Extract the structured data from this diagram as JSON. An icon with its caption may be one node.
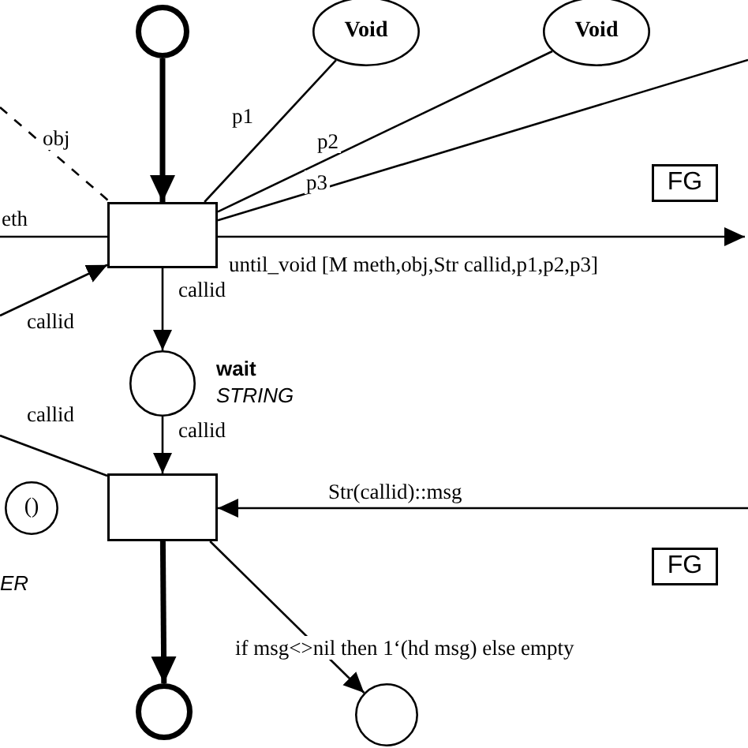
{
  "diagram": {
    "nodes": [
      {
        "text": [],
        "shape": "circle"
      },
      {
        "text": [
          "Void"
        ]
      },
      {
        "text": [
          "Void"
        ]
      },
      {
        "text": [],
        "shape": "box"
      },
      {
        "text": [],
        "shape": "circle",
        "beside": [
          "wait",
          "STRING"
        ]
      },
      {
        "text": [
          "()"
        ]
      },
      {
        "text": [],
        "shape": "box"
      },
      {
        "text": [],
        "shape": "circle"
      },
      {
        "text": [],
        "shape": "circle"
      },
      {
        "text": [
          "FG"
        ]
      },
      {
        "text": [
          "FG"
        ]
      }
    ],
    "edges": [
      {
        "from": 0,
        "to": 3,
        "arrow": "to",
        "style": "thick"
      },
      {
        "from": null,
        "to": 3,
        "arrow": "none",
        "label": "obj",
        "style": "dashed"
      },
      {
        "from": 1,
        "to": 3,
        "arrow": "none",
        "label": "p1"
      },
      {
        "from": 2,
        "to": 3,
        "arrow": "none",
        "label": "p2"
      },
      {
        "from": null,
        "to": 3,
        "arrow": "none",
        "label": "p3"
      },
      {
        "from": null,
        "to": 3,
        "arrow": "none",
        "label": "eth"
      },
      {
        "from": null,
        "to": 3,
        "arrow": "to",
        "label": "callid"
      },
      {
        "from": 3,
        "to": null,
        "arrow": "to",
        "label": "until_void [M meth,obj,Str callid,p1,p2,p3]"
      },
      {
        "from": 3,
        "to": 4,
        "arrow": "to",
        "label": "callid"
      },
      {
        "from": 6,
        "to": null,
        "arrow": "none",
        "label": "callid"
      },
      {
        "from": 4,
        "to": 6,
        "arrow": "to",
        "label": "callid"
      },
      {
        "from": null,
        "to": 6,
        "arrow": "to",
        "label": "Str(callid)::msg"
      },
      {
        "from": 6,
        "to": 7,
        "arrow": "to",
        "style": "thick"
      },
      {
        "from": 6,
        "to": 8,
        "arrow": "to",
        "label": "if msg<>nil then 1‘(hd msg) else empty"
      }
    ],
    "labels": [
      "ER"
    ]
  }
}
